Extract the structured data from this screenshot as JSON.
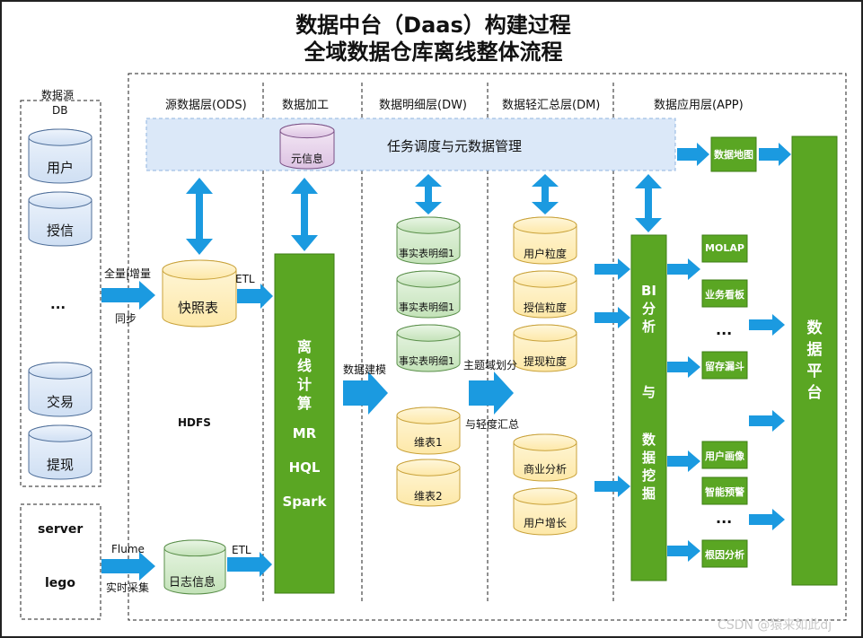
{
  "title": {
    "line1": "数据中台（Daas）构建过程",
    "line2": "全域数据仓库离线整体流程"
  },
  "source": {
    "label": "数据源",
    "db_label": "DB",
    "db_items": [
      "用户",
      "授信",
      "...",
      "交易",
      "提现"
    ],
    "log_items": [
      "server",
      "lego"
    ]
  },
  "layers": {
    "ods": "源数据层(ODS)",
    "proc": "数据加工",
    "dw": "数据明细层(DW)",
    "dm": "数据轻汇总层(DM)",
    "app": "数据应用层(APP)"
  },
  "meta": {
    "banner": "任务调度与元数据管理",
    "meta_cyl": "元信息"
  },
  "ods": {
    "snapshot": "快照表",
    "log": "日志信息",
    "hdfs": "HDFS"
  },
  "arrows": {
    "full_inc_top": "全量|增量",
    "full_inc_bottom": "同步",
    "etl_top": "ETL",
    "etl_bottom": "ETL",
    "flume_top": "Flume",
    "flume_bottom": "实时采集",
    "modeling": "数据建模",
    "subject_top": "主题域划分",
    "subject_bottom": "与轻度汇总"
  },
  "compute": {
    "lines": [
      "离",
      "线",
      "计",
      "算"
    ],
    "mr": "MR",
    "hql": "HQL",
    "spark": "Spark"
  },
  "dw": {
    "items": [
      "事实表明细1",
      "事实表明细1",
      "事实表明细1",
      "维表1",
      "维表2"
    ]
  },
  "dm": {
    "items": [
      "用户粒度",
      "授信粒度",
      "提现粒度",
      "商业分析",
      "用户增长"
    ]
  },
  "bi": {
    "lines": [
      "BI",
      "分",
      "析",
      "与",
      "数",
      "据",
      "挖",
      "掘"
    ]
  },
  "apps": {
    "map": "数据地图",
    "molap": "MOLAP",
    "board": "业务看板",
    "dots1": "...",
    "funnel": "留存漏斗",
    "portrait": "用户画像",
    "warning": "智能预警",
    "dots2": "...",
    "attribution": "根因分析"
  },
  "platform": {
    "lines": [
      "数",
      "据",
      "平",
      "台"
    ]
  },
  "watermark": "CSDN @猿来如此dj",
  "colors": {
    "green": "#5aa623",
    "green_dark": "#3e7d14",
    "arrow": "#1b9ae0",
    "banner": "#dbe8f8",
    "cyl_yellow": "#fdf0c4",
    "cyl_green": "#d6ebd0",
    "cyl_purple": "#ead9ee",
    "cyl_blue": "#dce7f6"
  }
}
